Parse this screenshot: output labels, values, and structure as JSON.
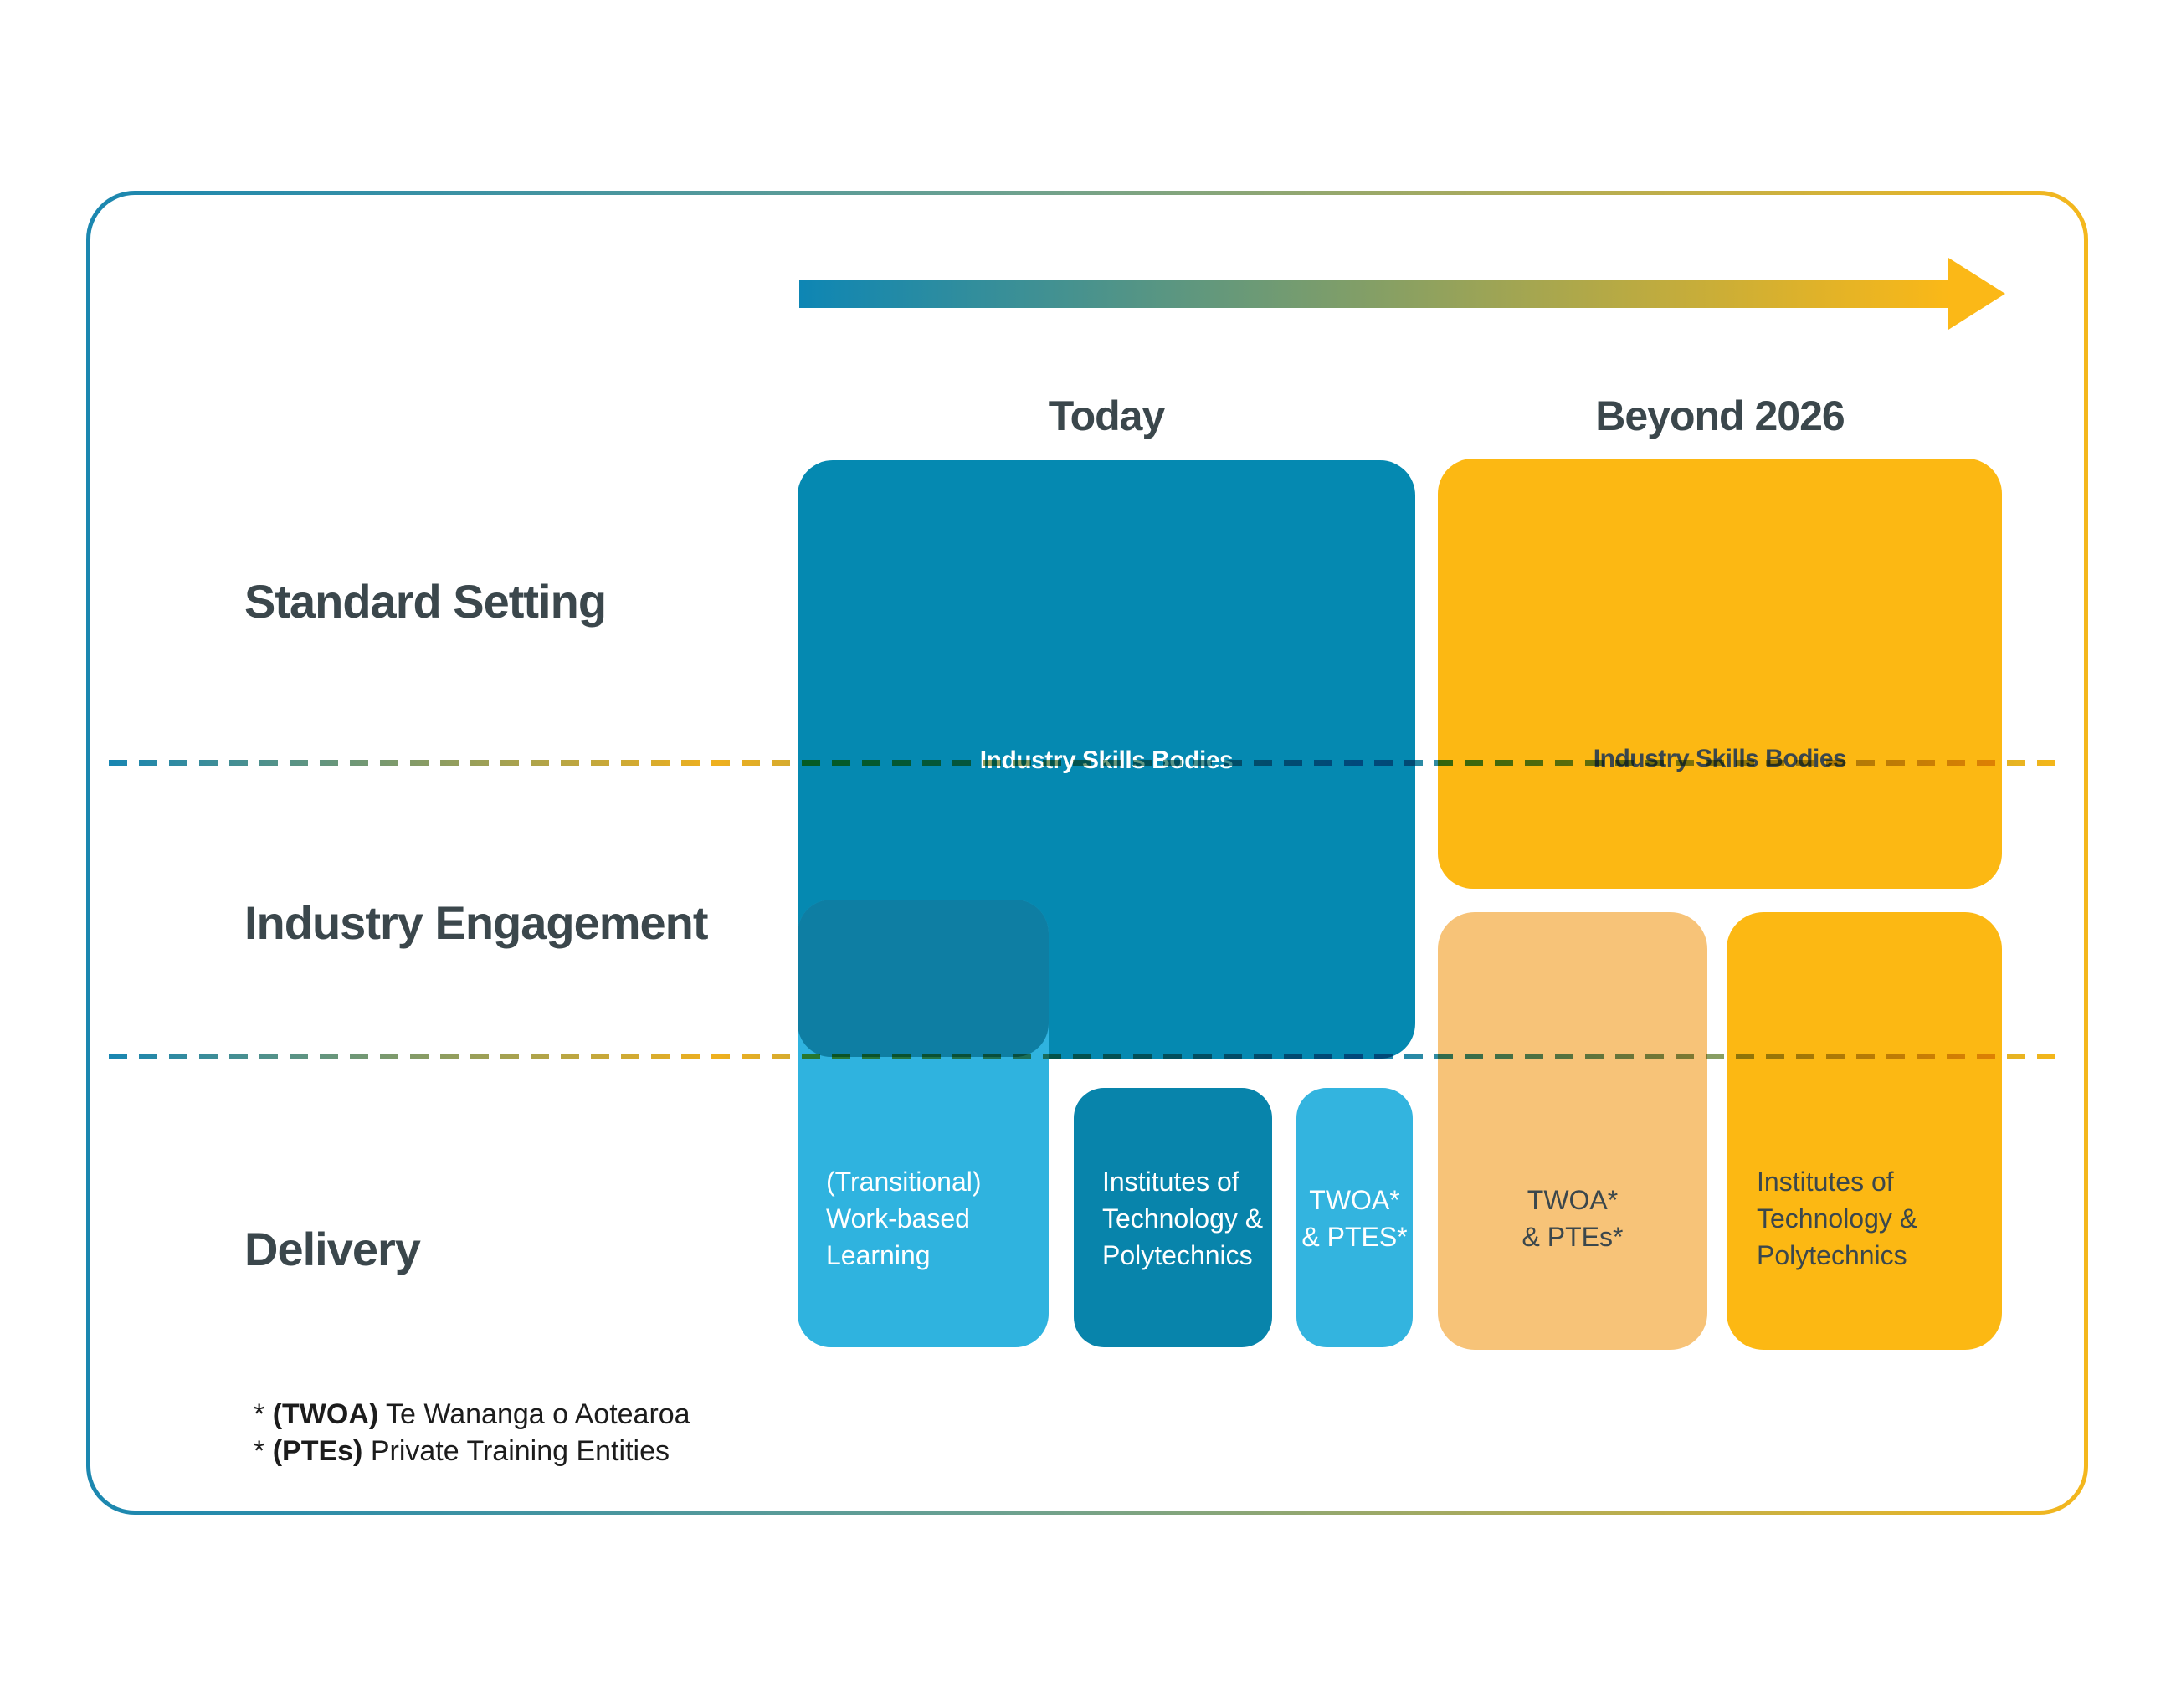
{
  "timeline": {
    "today_label": "Today",
    "beyond_label": "Beyond 2026"
  },
  "rows": [
    {
      "label": "Standard Setting"
    },
    {
      "label": "Industry Engagement"
    },
    {
      "label": "Delivery"
    }
  ],
  "boxes": {
    "today_isb": {
      "label": "Industry Skills Bodies"
    },
    "beyond_isb": {
      "label": "Industry Skills Bodies"
    },
    "transitional": {
      "lines": [
        "(Transitional)",
        "Work-based",
        "Learning"
      ]
    },
    "itp_today": {
      "lines": [
        "Institutes of",
        "Technology &",
        "Polytechnics"
      ]
    },
    "twoa_today": {
      "lines": [
        "TWOA*",
        "& PTES*"
      ]
    },
    "twoa_beyond": {
      "lines": [
        "TWOA*",
        "& PTEs*"
      ]
    },
    "itp_beyond": {
      "lines": [
        "Institutes of",
        "Technology &",
        "Polytechnics"
      ]
    }
  },
  "footnotes": [
    {
      "star": "* ",
      "abbr": "(TWOA)",
      "text": " Te Wananga o Aotearoa"
    },
    {
      "star": "* ",
      "abbr": "(PTEs)",
      "text": " Private Training Entities"
    }
  ],
  "colors": {
    "teal": "#0589b1",
    "teal_mid": "#0884ab",
    "teal_dark_overlay": "#0e7ea3",
    "light_blue": "#2fb3df",
    "yellow": "#fcb813",
    "light_orange": "#f7c378",
    "slate_text": "#3b474c",
    "arrow_gradient_start": "#0e86b4",
    "arrow_gradient_end": "#fbb817",
    "border_gradient_start": "#1b87b0",
    "border_gradient_end": "#f4b71d"
  }
}
